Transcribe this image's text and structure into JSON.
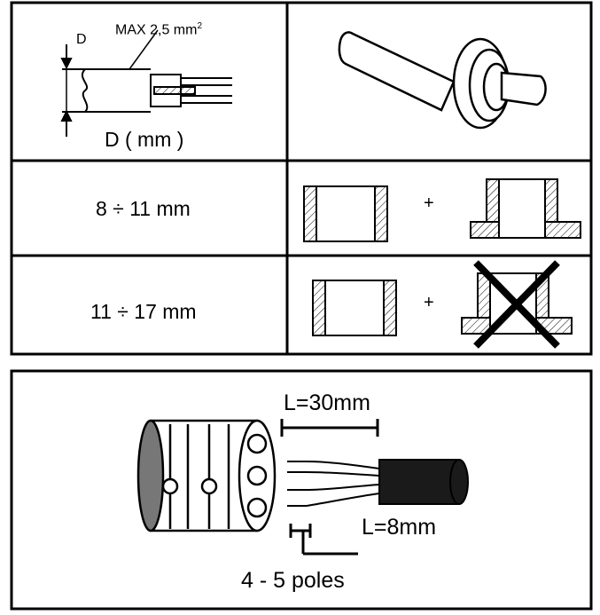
{
  "table": {
    "header": {
      "dim_letter": "D",
      "max_section": "MAX 2,5 mm",
      "max_section_exp": "2",
      "diameter_caption": "D ( mm )"
    },
    "rows": [
      {
        "range": "8 ÷ 11 mm",
        "plus": "+"
      },
      {
        "range": "11 ÷ 17 mm",
        "plus": "+"
      }
    ]
  },
  "stripping": {
    "outer_length": "L=30mm",
    "inner_length": "L=8mm",
    "poles": "4 - 5 poles"
  }
}
